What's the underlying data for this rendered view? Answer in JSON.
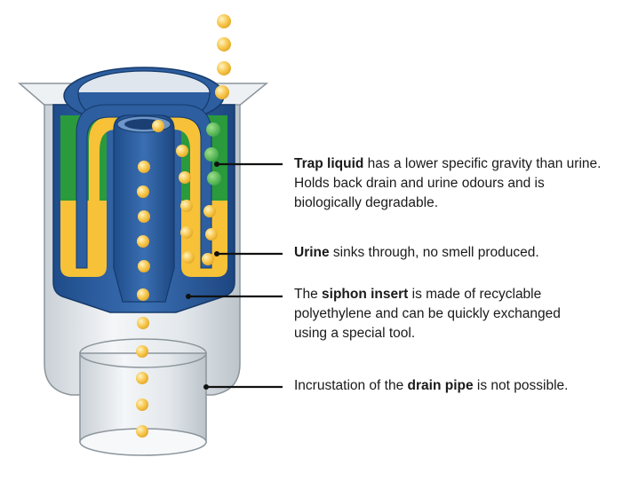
{
  "callouts": {
    "trap_liquid": {
      "bold": "Trap liquid",
      "rest_line1": " has a lower specific gravity than urine.",
      "line2": "Holds back drain and urine odours and is",
      "line3": "biologically degradable."
    },
    "urine": {
      "bold": "Urine",
      "rest": " sinks through, no smell produced."
    },
    "siphon": {
      "pre": "The ",
      "bold": "siphon insert",
      "rest_line1": " is made of recyclable",
      "line2": "polyethylene and can be quickly exchanged",
      "line3": "using a special tool."
    },
    "drain": {
      "pre": "Incrustation of the ",
      "bold": "drain pipe",
      "rest": " is not possible."
    }
  },
  "colors": {
    "trap_liquid": "#2a9a3c",
    "urine": "#f7c238",
    "siphon_insert": "#2c5ea0",
    "housing": "#e6ebef",
    "drop": "#f5c84a"
  }
}
